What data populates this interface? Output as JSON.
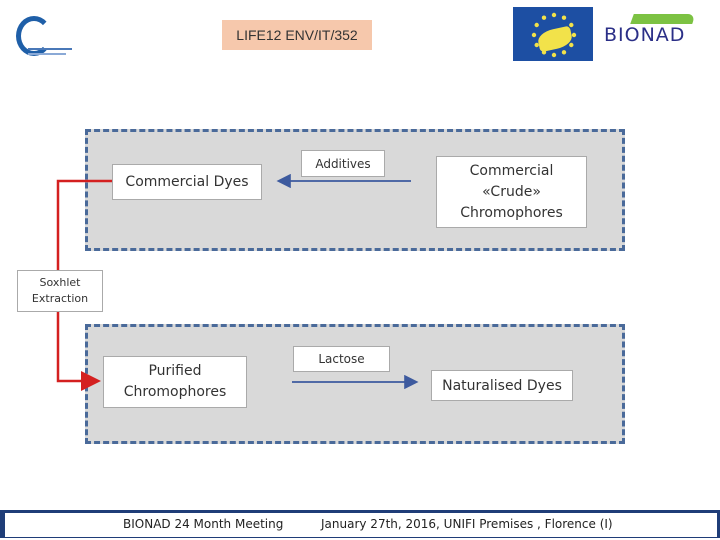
{
  "header": {
    "project_code": "LIFE12 ENV/IT/352",
    "logos": {
      "left": "iccom-logo",
      "eu_life": "eu-life-logo",
      "bionad": "BIONAD"
    }
  },
  "diagram": {
    "commercial_dyes": "Commercial Dyes",
    "additives": "Additives",
    "crude_chromophores": [
      "Commercial",
      "«Crude»",
      "Chromophores"
    ],
    "soxhlet": [
      "Soxhlet",
      "Extraction"
    ],
    "purified": [
      "Purified",
      "Chromophores"
    ],
    "lactose": "Lactose",
    "naturalised": "Naturalised  Dyes"
  },
  "footer": {
    "meeting": "BIONAD   24 Month Meeting",
    "date_place": "January 27th, 2016,  UNIFI  Premises ,  Florence (I)"
  },
  "colors": {
    "panel": "#d9d9d9",
    "panel_border": "#4a6a9a",
    "arrow_red": "#d42020",
    "arrow_blue": "#3d5a9e",
    "title_bg": "#f6c8ac",
    "footer_bar": "#1f3d78"
  }
}
